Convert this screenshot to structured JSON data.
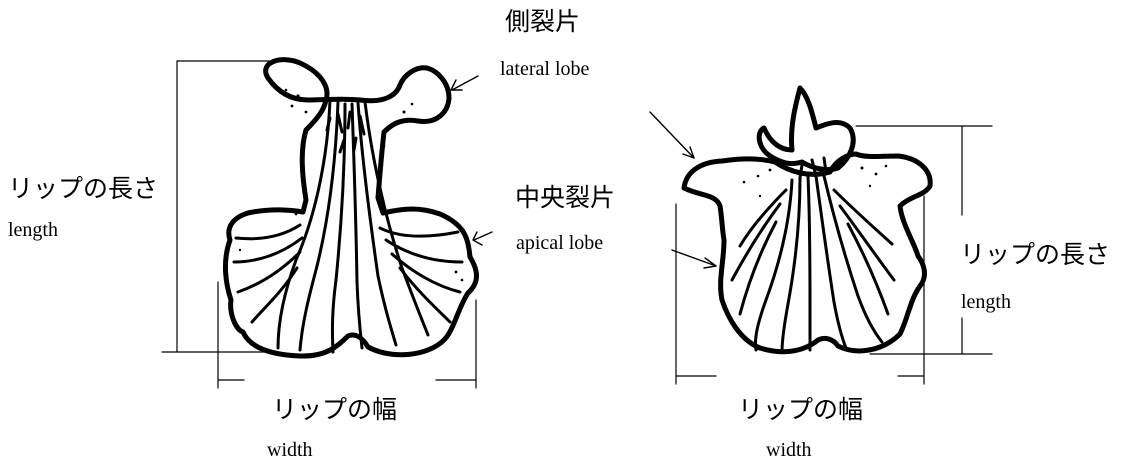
{
  "labels": {
    "lateral_lobe_jp": "側裂片",
    "lateral_lobe_en": "lateral lobe",
    "apical_lobe_jp": "中央裂片",
    "apical_lobe_en": "apical lobe",
    "left_length_jp": "リップの長さ",
    "left_length_en": "length",
    "left_width_jp": "リップの幅",
    "left_width_en": "width",
    "right_length_jp": "リップの長さ",
    "right_length_en": "length",
    "right_width_jp": "リップの幅",
    "right_width_en": "width"
  }
}
